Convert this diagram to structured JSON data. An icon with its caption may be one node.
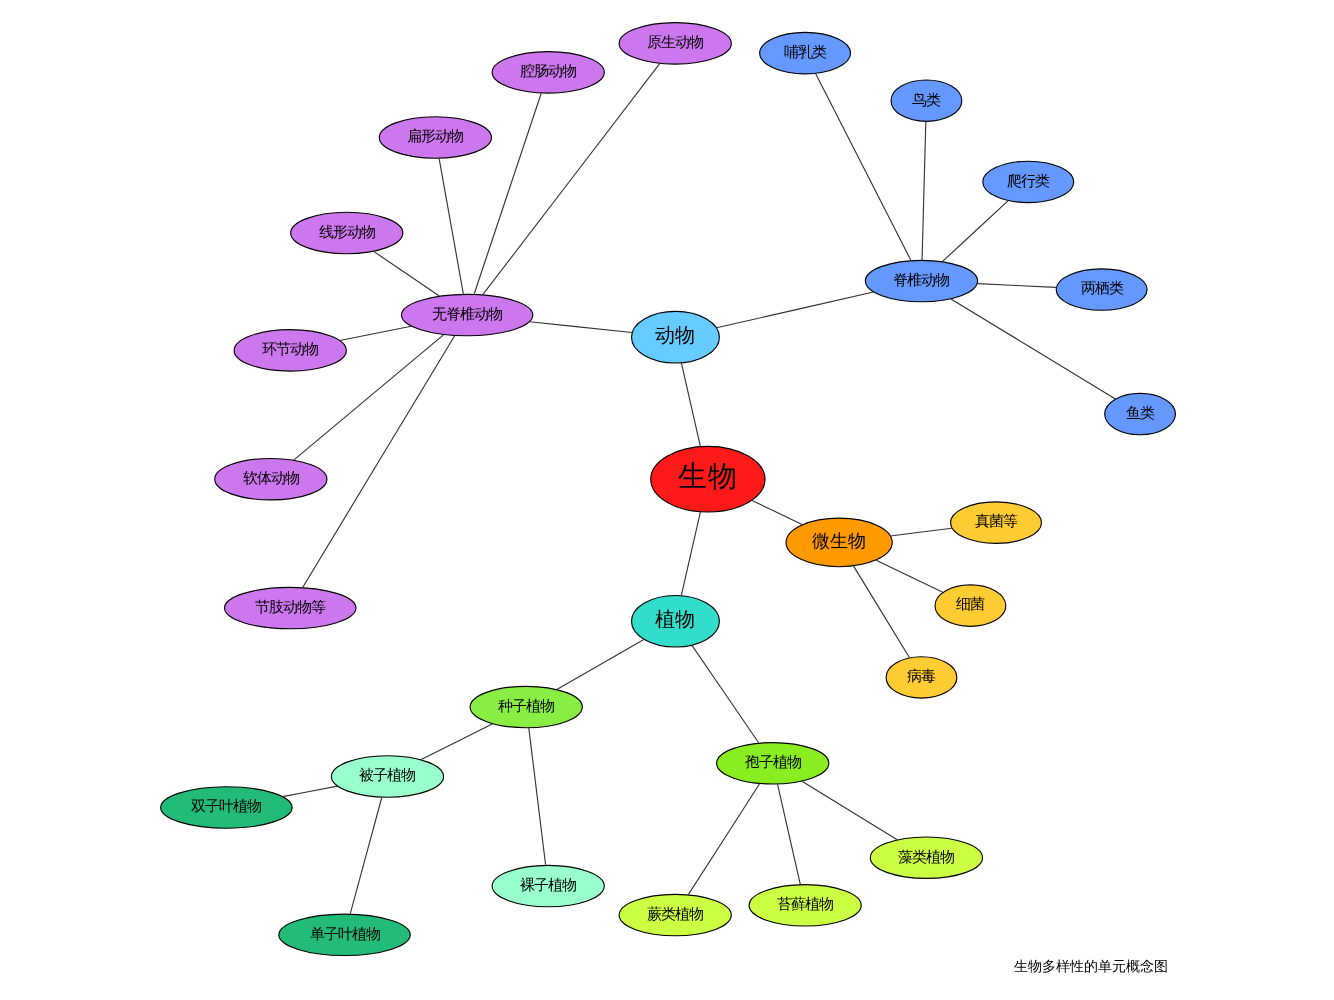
{
  "diagram": {
    "caption": "生物多样性的单元概念图",
    "nodes": [
      {
        "text": [
          "生物"
        ]
      },
      {
        "text": [
          "动物"
        ]
      },
      {
        "text": [
          "脊椎动物"
        ]
      },
      {
        "text": [
          "鱼类"
        ]
      },
      {
        "text": [
          "两栖类"
        ]
      },
      {
        "text": [
          "爬行类"
        ]
      },
      {
        "text": [
          "鸟类"
        ]
      },
      {
        "text": [
          "哺乳类"
        ]
      },
      {
        "text": [
          "无脊椎动物"
        ]
      },
      {
        "text": [
          "原生动物"
        ]
      },
      {
        "text": [
          "腔肠动物"
        ]
      },
      {
        "text": [
          "扁形动物"
        ]
      },
      {
        "text": [
          "线形动物"
        ]
      },
      {
        "text": [
          "环节动物"
        ]
      },
      {
        "text": [
          "软体动物"
        ]
      },
      {
        "text": [
          "节肢动物等"
        ]
      },
      {
        "text": [
          "植物"
        ]
      },
      {
        "text": [
          "种子植物"
        ]
      },
      {
        "text": [
          "被子植物"
        ]
      },
      {
        "text": [
          "双子叶植物"
        ]
      },
      {
        "text": [
          "单子叶植物"
        ]
      },
      {
        "text": [
          "裸子植物"
        ]
      },
      {
        "text": [
          "孢子植物"
        ]
      },
      {
        "text": [
          "蕨类植物"
        ]
      },
      {
        "text": [
          "苔藓植物"
        ]
      },
      {
        "text": [
          "藻类植物"
        ]
      },
      {
        "text": [
          "微生物"
        ]
      },
      {
        "text": [
          "病毒"
        ]
      },
      {
        "text": [
          "细菌"
        ]
      },
      {
        "text": [
          "真菌等"
        ]
      }
    ],
    "edges": [
      {
        "from": 0,
        "to": 1,
        "arrow": "none"
      },
      {
        "from": 1,
        "to": 2,
        "arrow": "none"
      },
      {
        "from": 2,
        "to": 3,
        "arrow": "none"
      },
      {
        "from": 2,
        "to": 4,
        "arrow": "none"
      },
      {
        "from": 2,
        "to": 5,
        "arrow": "none"
      },
      {
        "from": 2,
        "to": 6,
        "arrow": "none"
      },
      {
        "from": 2,
        "to": 7,
        "arrow": "none"
      },
      {
        "from": 1,
        "to": 8,
        "arrow": "none"
      },
      {
        "from": 8,
        "to": 9,
        "arrow": "none"
      },
      {
        "from": 8,
        "to": 10,
        "arrow": "none"
      },
      {
        "from": 8,
        "to": 11,
        "arrow": "none"
      },
      {
        "from": 8,
        "to": 12,
        "arrow": "none"
      },
      {
        "from": 8,
        "to": 13,
        "arrow": "none"
      },
      {
        "from": 8,
        "to": 14,
        "arrow": "none"
      },
      {
        "from": 8,
        "to": 15,
        "arrow": "none"
      },
      {
        "from": 0,
        "to": 16,
        "arrow": "none"
      },
      {
        "from": 16,
        "to": 17,
        "arrow": "none"
      },
      {
        "from": 17,
        "to": 18,
        "arrow": "none"
      },
      {
        "from": 18,
        "to": 19,
        "arrow": "none"
      },
      {
        "from": 18,
        "to": 20,
        "arrow": "none"
      },
      {
        "from": 17,
        "to": 21,
        "arrow": "none"
      },
      {
        "from": 16,
        "to": 22,
        "arrow": "none"
      },
      {
        "from": 22,
        "to": 23,
        "arrow": "none"
      },
      {
        "from": 22,
        "to": 24,
        "arrow": "none"
      },
      {
        "from": 22,
        "to": 25,
        "arrow": "none"
      },
      {
        "from": 0,
        "to": 26,
        "arrow": "none"
      },
      {
        "from": 26,
        "to": 27,
        "arrow": "none"
      },
      {
        "from": 26,
        "to": 28,
        "arrow": "none"
      },
      {
        "from": 26,
        "to": 29,
        "arrow": "none"
      }
    ]
  }
}
